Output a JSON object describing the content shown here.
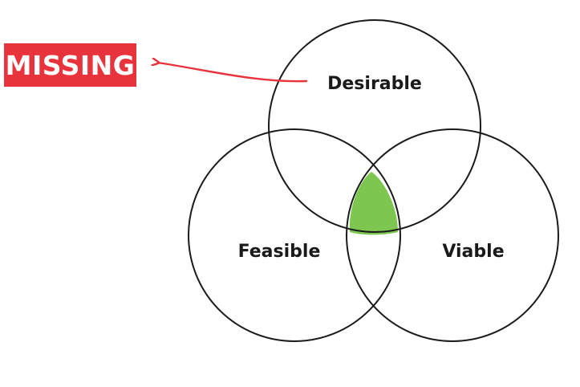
{
  "venn": {
    "sets": [
      {
        "id": "desirable",
        "label": "Desirable"
      },
      {
        "id": "feasible",
        "label": "Feasible"
      },
      {
        "id": "viable",
        "label": "Viable"
      }
    ],
    "highlight_intersection": [
      "desirable",
      "feasible",
      "viable"
    ]
  },
  "callout": {
    "label": "MISSING",
    "points_to": "desirable"
  },
  "colors": {
    "outline": "#1a1a1a",
    "highlight": "#7dc750",
    "callout": "#e8323c",
    "callout_text": "#ffffff"
  }
}
